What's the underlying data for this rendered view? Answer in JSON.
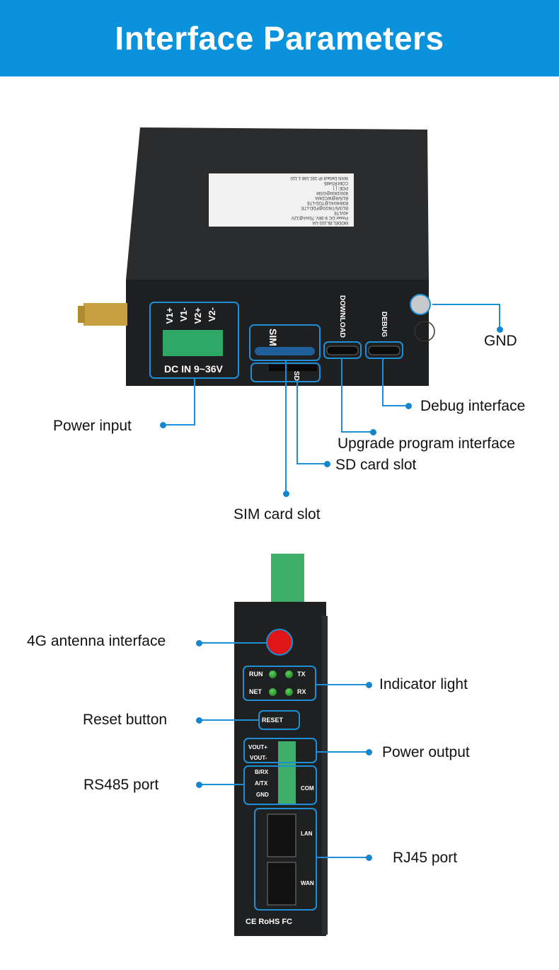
{
  "header": {
    "title": "Interface Parameters"
  },
  "colors": {
    "header_bg": "#0a93dc",
    "callout": "#1e8fd6",
    "device": "#1e1f21"
  },
  "device_label": [
    "MODEL:BL102-UA",
    "Power:DC 9-36V, 75mA@12V",
    "4G/LTE",
    "B1/3/5/7/8/20@FDD-LTE",
    "B38/40/41@TDD-LTE",
    "B1/5/8@WCDMA",
    "900/1800@GSM",
    "POE: [ ]",
    "COM:RS485",
    "WAN Default IP:192.168.1.110"
  ],
  "front_panel": {
    "terminals": [
      "V1+",
      "V1-",
      "V2+",
      "V2-"
    ],
    "power_rating": "DC IN 9~36V",
    "sim": "SIM",
    "sd": "SD",
    "download": "DOWNLOAD",
    "debug": "DEBUG"
  },
  "side_panel": {
    "leds": [
      "RUN",
      "TX",
      "NET",
      "RX"
    ],
    "reset": "RESET",
    "vout": [
      "VOUT+",
      "VOUT-"
    ],
    "com_pins": [
      "B/RX",
      "A/TX",
      "GND"
    ],
    "com": "COM",
    "lan": "LAN",
    "wan": "WAN",
    "certs": "CE RoHS FC"
  },
  "callouts": {
    "gnd": "GND",
    "debug": "Debug interface",
    "power_input": "Power input",
    "upgrade": "Upgrade program interface",
    "sd": "SD card slot",
    "sim": "SIM card slot",
    "antenna": "4G antenna interface",
    "indicator": "Indicator light",
    "reset": "Reset button",
    "power_output": "Power output",
    "rs485": "RS485 port",
    "rj45": "RJ45 port"
  }
}
